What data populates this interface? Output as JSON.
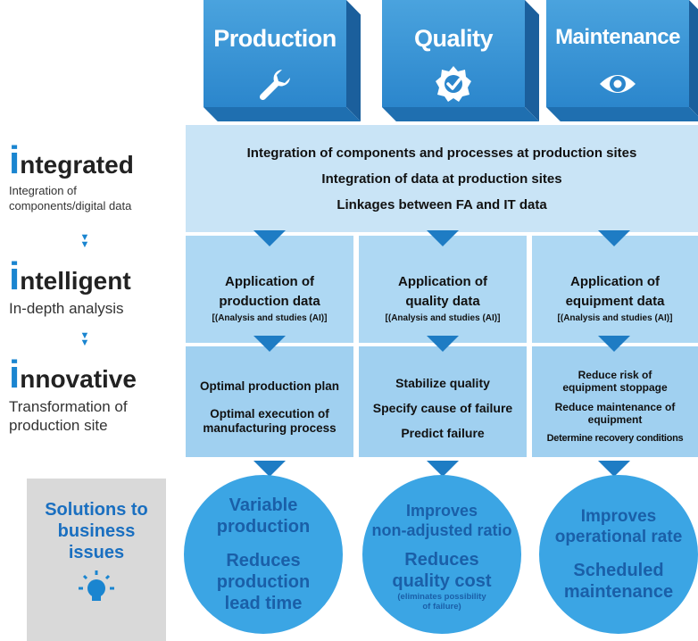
{
  "headers": [
    {
      "label": "Production",
      "icon": "wrench-icon"
    },
    {
      "label": "Quality",
      "icon": "badge-check-icon"
    },
    {
      "label": "Maintenance",
      "icon": "eye-icon"
    }
  ],
  "stages": [
    {
      "initial": "i",
      "rest": "ntegrated",
      "desc": "Integration of\ncomponents/digital data"
    },
    {
      "initial": "i",
      "rest": "ntelligent",
      "desc": "In-depth analysis"
    },
    {
      "initial": "i",
      "rest": "nnovative",
      "desc": "Transformation of\nproduction site"
    }
  ],
  "integration_lines": [
    "Integration of components and processes at production sites",
    "Integration of data at production sites",
    "Linkages between FA and IT data"
  ],
  "applications": [
    {
      "title": "Application of\nproduction data",
      "note": "[(Analysis and studies (AI)]"
    },
    {
      "title": "Application of\nquality data",
      "note": "[(Analysis and studies (AI)]"
    },
    {
      "title": "Application of\nequipment data",
      "note": "[(Analysis and studies (AI)]"
    }
  ],
  "outcomes": [
    [
      "Optimal production plan",
      "Optimal execution of\nmanufacturing process"
    ],
    [
      "Stabilize quality",
      "Specify cause of failure",
      "Predict failure"
    ],
    [
      "Reduce risk of\nequipment stoppage",
      "Reduce maintenance of\nequipment",
      "Determine recovery conditions"
    ]
  ],
  "solutions_label": "Solutions to\nbusiness\nissues",
  "circles": [
    {
      "line1": "Variable\nproduction",
      "line2": "Reduces\nproduction\nlead time",
      "note": ""
    },
    {
      "line1": "Improves\nnon-adjusted ratio",
      "line2": "Reduces\nquality cost",
      "note": "(eliminates possibility\nof failure)"
    },
    {
      "line1": "Improves\noperational rate",
      "line2": "Scheduled\nmaintenance",
      "note": ""
    }
  ],
  "colors": {
    "brand_blue": "#1a85d0",
    "panel": "#aed8f3",
    "circle": "#3ba5e4",
    "circle_text": "#1a5fa8"
  }
}
